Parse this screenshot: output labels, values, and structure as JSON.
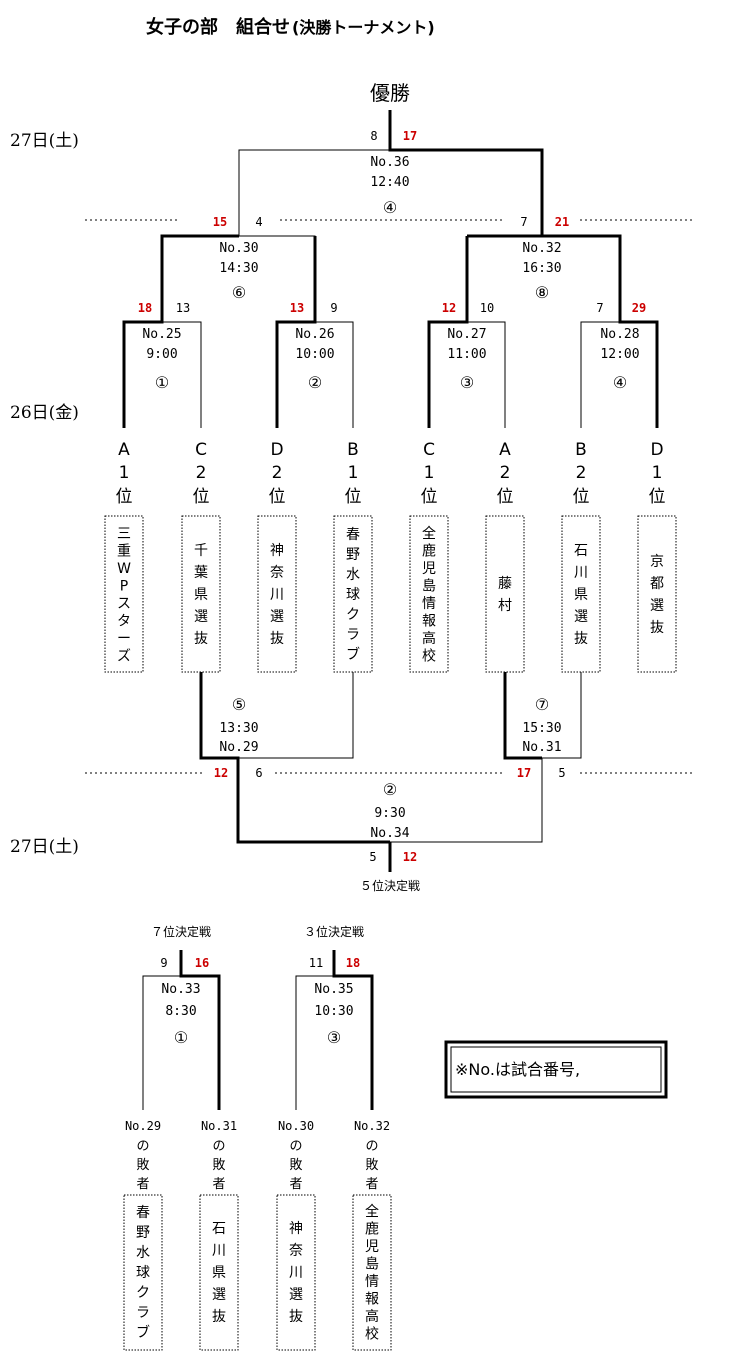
{
  "header": {
    "title": "女子の部　組合せ",
    "subtitle": "(決勝トーナメント)"
  },
  "champion_label": "優勝",
  "day_labels": {
    "sat_top": "27日(土)",
    "fri": "26日(金)",
    "sat_bottom": "27日(土)"
  },
  "seeds": [
    {
      "group": "A",
      "rank": "1",
      "suffix": "位",
      "team": "三重WPスターズ"
    },
    {
      "group": "C",
      "rank": "2",
      "suffix": "位",
      "team": "千葉県選抜"
    },
    {
      "group": "D",
      "rank": "2",
      "suffix": "位",
      "team": "神奈川選抜"
    },
    {
      "group": "B",
      "rank": "1",
      "suffix": "位",
      "team": "春野水球クラブ"
    },
    {
      "group": "C",
      "rank": "1",
      "suffix": "位",
      "team": "全鹿児島情報高校"
    },
    {
      "group": "A",
      "rank": "2",
      "suffix": "位",
      "team": "藤村"
    },
    {
      "group": "B",
      "rank": "2",
      "suffix": "位",
      "team": "石川県選抜"
    },
    {
      "group": "D",
      "rank": "1",
      "suffix": "位",
      "team": "京都選抜"
    }
  ],
  "matches": {
    "m25": {
      "no": "No.25",
      "time": "9:00",
      "court": "①",
      "left_score": "18",
      "right_score": "13"
    },
    "m26": {
      "no": "No.26",
      "time": "10:00",
      "court": "②",
      "left_score": "13",
      "right_score": "9"
    },
    "m27": {
      "no": "No.27",
      "time": "11:00",
      "court": "③",
      "left_score": "12",
      "right_score": "10"
    },
    "m28": {
      "no": "No.28",
      "time": "12:00",
      "court": "④",
      "left_score": "7",
      "right_score": "29"
    },
    "m30": {
      "no": "No.30",
      "time": "14:30",
      "court": "⑥",
      "left_score": "15",
      "right_score": "4"
    },
    "m32": {
      "no": "No.32",
      "time": "16:30",
      "court": "⑧",
      "left_score": "7",
      "right_score": "21"
    },
    "m36": {
      "no": "No.36",
      "time": "12:40",
      "court": "④",
      "left_score": "8",
      "right_score": "17"
    },
    "m29": {
      "no": "No.29",
      "time": "13:30",
      "court": "⑤"
    },
    "m31": {
      "no": "No.31",
      "time": "15:30",
      "court": "⑦"
    },
    "m34": {
      "no": "No.34",
      "time": "9:30",
      "court": "②",
      "left_score": "12",
      "right_score": "6",
      "left2_score": "17",
      "right2_score": "5",
      "bottom_left_score": "5",
      "bottom_right_score": "12"
    },
    "m33": {
      "no": "No.33",
      "time": "8:30",
      "court": "①",
      "left_score": "9",
      "right_score": "16"
    },
    "m35": {
      "no": "No.35",
      "time": "10:30",
      "court": "③",
      "left_score": "11",
      "right_score": "18"
    }
  },
  "placement_labels": {
    "fifth": "５位決定戦",
    "seventh": "７位決定戦",
    "third": "３位決定戦"
  },
  "losers": [
    {
      "from": "No.29",
      "of": "の",
      "loser": "敗者",
      "team": "春野水球クラブ"
    },
    {
      "from": "No.31",
      "of": "の",
      "loser": "敗者",
      "team": "石川県選抜"
    },
    {
      "from": "No.30",
      "of": "の",
      "loser": "敗者",
      "team": "神奈川選抜"
    },
    {
      "from": "No.32",
      "of": "の",
      "loser": "敗者",
      "team": "全鹿児島情報高校"
    }
  ],
  "note": "※No.は試合番号,",
  "colors": {
    "win_score": "#cc0000",
    "line": "#000000"
  }
}
